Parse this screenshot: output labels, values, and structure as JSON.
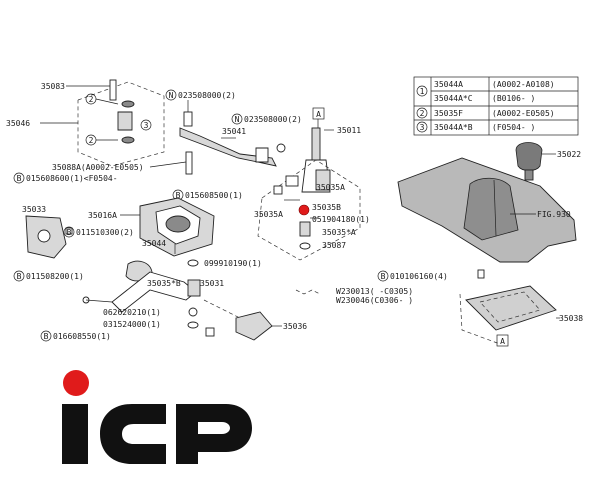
{
  "colors": {
    "ink": "#1a1a1a",
    "highlight": "#e01b1b",
    "logo_dot": "#e01b1b",
    "logo_text": "#111111"
  },
  "labels": {
    "p35083": "35083",
    "p35046": "35046",
    "p35041": "35041",
    "p35011": "35011",
    "n0235_1": "023508000(2)",
    "n0235_2": "023508000(2)",
    "p35088a": "35088A(A0002-E0505)",
    "b0156_1": "015608600(1)<F0504-",
    "b0156_2": "015608500(1)",
    "p35035a_1": "35035A",
    "p35035a_2": "35035A",
    "p35022": "35022",
    "p35033": "35033",
    "p35016a": "35016A",
    "b0115_1": "011510300(2)",
    "p35044": "35044",
    "p35035b": "35035B",
    "p0519": "051904180(1)",
    "p35035xa": "35035*A",
    "p35087": "35087",
    "fig930": "FIG.930",
    "p0999": "099910190(1)",
    "b0115_2": "011508200(1)",
    "p35035xb": "35035*B",
    "p35031": "35031",
    "b0101": "010106160(4)",
    "p0626": "062620210(1)",
    "p0315": "031524000(1)",
    "b0166": "016608550(1)",
    "p35036": "35036",
    "w1": "W230013(     -C0305)",
    "w2": "W230046(C0306-      )",
    "p35038": "35038",
    "refA_top": "A",
    "refA_bottom": "A"
  },
  "legend_table": {
    "rows": [
      {
        "marker": "1",
        "part": "35044A",
        "range": "(A0002-A0108)"
      },
      {
        "marker": "",
        "part": "35044A*C",
        "range": "(B0106-       )"
      },
      {
        "marker": "2",
        "part": "35035F",
        "range": "(A0002-E0505)"
      },
      {
        "marker": "3",
        "part": "35044A*B",
        "range": "(F0504-       )"
      }
    ]
  },
  "markers": {
    "n": "N",
    "b": "B",
    "c1": "1",
    "c2": "2",
    "c3": "3"
  },
  "logo": {
    "text": "iCP",
    "letter_i": "i",
    "letter_c": "C",
    "letter_p": "P"
  }
}
